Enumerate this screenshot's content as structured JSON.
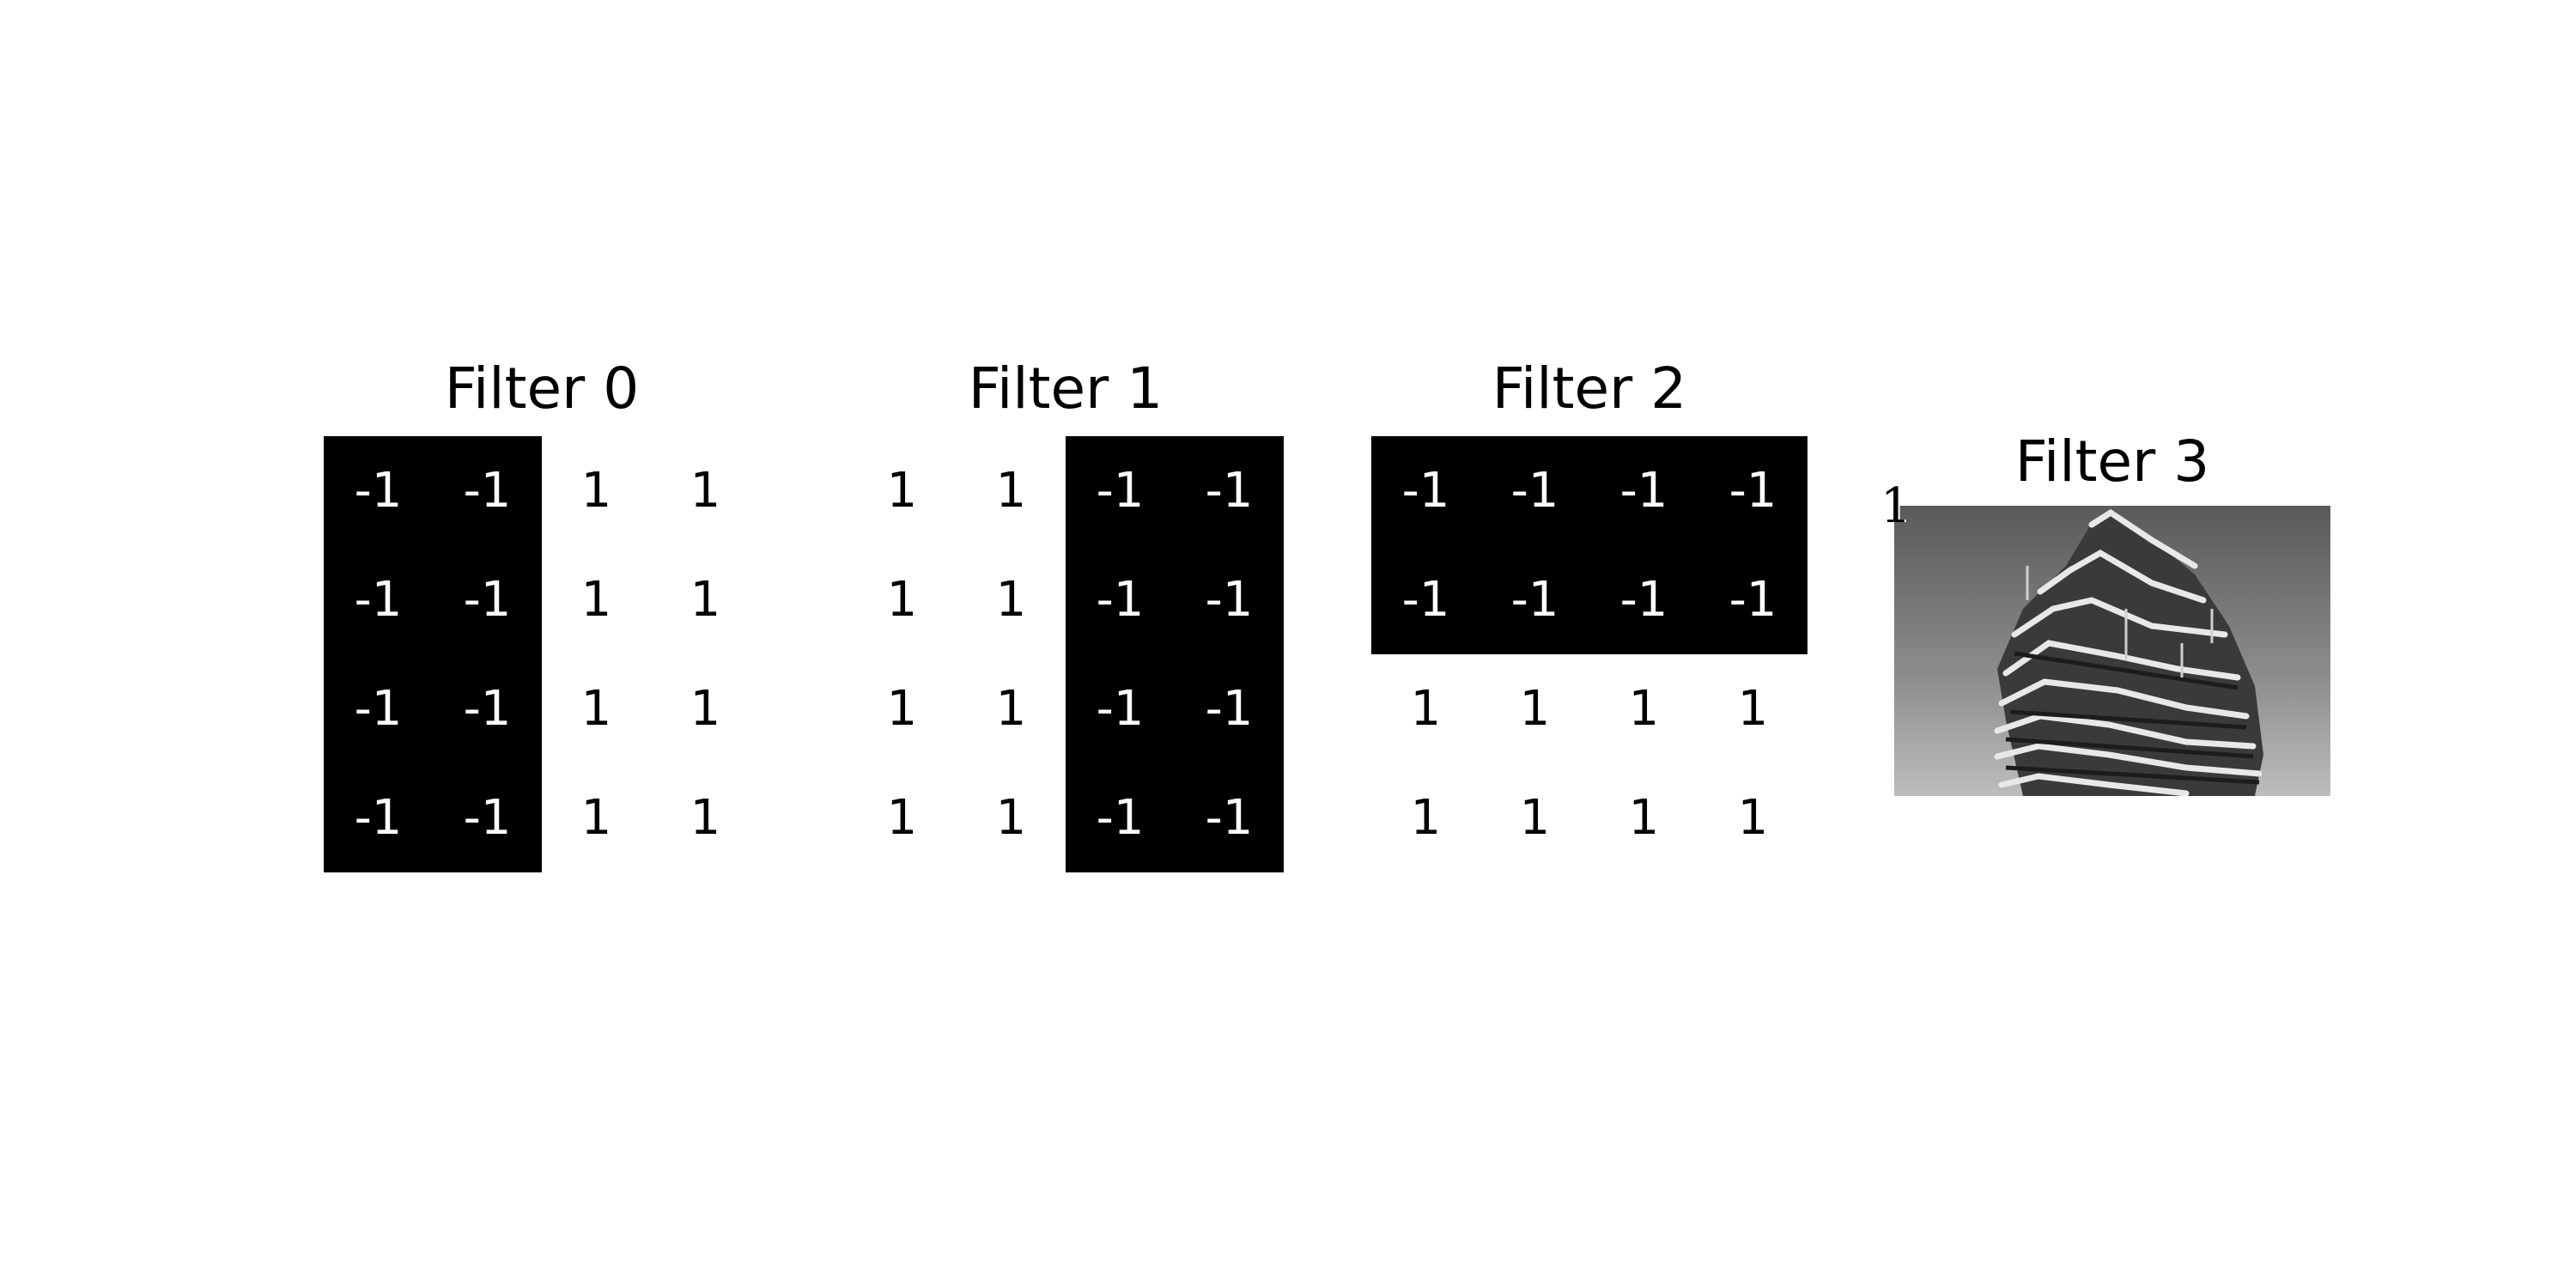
{
  "filters": [
    {
      "title": "Filter 0",
      "values": [
        [
          -1,
          -1,
          1,
          1
        ],
        [
          -1,
          -1,
          1,
          1
        ],
        [
          -1,
          -1,
          1,
          1
        ],
        [
          -1,
          -1,
          1,
          1
        ]
      ]
    },
    {
      "title": "Filter 1",
      "values": [
        [
          1,
          1,
          -1,
          -1
        ],
        [
          1,
          1,
          -1,
          -1
        ],
        [
          1,
          1,
          -1,
          -1
        ],
        [
          1,
          1,
          -1,
          -1
        ]
      ]
    },
    {
      "title": "Filter 2",
      "values": [
        [
          -1,
          -1,
          -1,
          -1
        ],
        [
          -1,
          -1,
          -1,
          -1
        ],
        [
          1,
          1,
          1,
          1
        ],
        [
          1,
          1,
          1,
          1
        ]
      ]
    }
  ],
  "filter3": {
    "title": "Filter 3",
    "corner_mark": "1",
    "image_subject": "building-photo"
  },
  "colors": {
    "negative_cell": "#000000",
    "positive_cell": "#ffffff"
  }
}
